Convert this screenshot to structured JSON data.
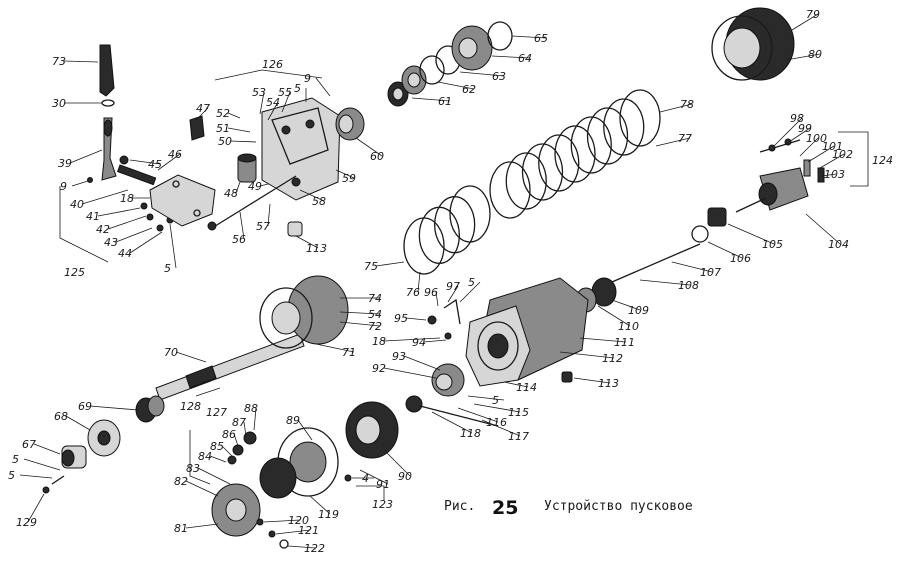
{
  "caption": {
    "prefix": "Рис.",
    "number": "25",
    "title": "Устройство пусковое"
  },
  "labels": [
    {
      "id": "l73",
      "text": "73"
    },
    {
      "id": "l30",
      "text": "30"
    },
    {
      "id": "l39",
      "text": "39"
    },
    {
      "id": "l9a",
      "text": "9"
    },
    {
      "id": "l40",
      "text": "40"
    },
    {
      "id": "l41",
      "text": "41"
    },
    {
      "id": "l42",
      "text": "42"
    },
    {
      "id": "l43",
      "text": "43"
    },
    {
      "id": "l44",
      "text": "44"
    },
    {
      "id": "l125",
      "text": "125"
    },
    {
      "id": "l5a",
      "text": "5"
    },
    {
      "id": "l45",
      "text": "45"
    },
    {
      "id": "l46",
      "text": "46"
    },
    {
      "id": "l18a",
      "text": "18"
    },
    {
      "id": "l47",
      "text": "47"
    },
    {
      "id": "l126",
      "text": "126"
    },
    {
      "id": "l52",
      "text": "52"
    },
    {
      "id": "l53",
      "text": "53"
    },
    {
      "id": "l54a",
      "text": "54"
    },
    {
      "id": "l55",
      "text": "55"
    },
    {
      "id": "l5b",
      "text": "5"
    },
    {
      "id": "l9b",
      "text": "9"
    },
    {
      "id": "l51",
      "text": "51"
    },
    {
      "id": "l50",
      "text": "50"
    },
    {
      "id": "l48",
      "text": "48"
    },
    {
      "id": "l49",
      "text": "49"
    },
    {
      "id": "l56",
      "text": "56"
    },
    {
      "id": "l57",
      "text": "57"
    },
    {
      "id": "l58",
      "text": "58"
    },
    {
      "id": "l59",
      "text": "59"
    },
    {
      "id": "l60",
      "text": "60"
    },
    {
      "id": "l113a",
      "text": "113"
    },
    {
      "id": "l65",
      "text": "65"
    },
    {
      "id": "l64",
      "text": "64"
    },
    {
      "id": "l63",
      "text": "63"
    },
    {
      "id": "l62",
      "text": "62"
    },
    {
      "id": "l61",
      "text": "61"
    },
    {
      "id": "l79",
      "text": "79"
    },
    {
      "id": "l80",
      "text": "80"
    },
    {
      "id": "l78",
      "text": "78"
    },
    {
      "id": "l77",
      "text": "77"
    },
    {
      "id": "l75",
      "text": "75"
    },
    {
      "id": "l76",
      "text": "76"
    },
    {
      "id": "l96",
      "text": "96"
    },
    {
      "id": "l97",
      "text": "97"
    },
    {
      "id": "l5c",
      "text": "5"
    },
    {
      "id": "l98",
      "text": "98"
    },
    {
      "id": "l99",
      "text": "99"
    },
    {
      "id": "l100",
      "text": "100"
    },
    {
      "id": "l101",
      "text": "101"
    },
    {
      "id": "l102",
      "text": "102"
    },
    {
      "id": "l103",
      "text": "103"
    },
    {
      "id": "l124",
      "text": "124"
    },
    {
      "id": "l104",
      "text": "104"
    },
    {
      "id": "l105",
      "text": "105"
    },
    {
      "id": "l106",
      "text": "106"
    },
    {
      "id": "l107",
      "text": "107"
    },
    {
      "id": "l108",
      "text": "108"
    },
    {
      "id": "l109",
      "text": "109"
    },
    {
      "id": "l110",
      "text": "110"
    },
    {
      "id": "l111",
      "text": "111"
    },
    {
      "id": "l112",
      "text": "112"
    },
    {
      "id": "l113b",
      "text": "113"
    },
    {
      "id": "l114",
      "text": "114"
    },
    {
      "id": "l74",
      "text": "74"
    },
    {
      "id": "l54b",
      "text": "54"
    },
    {
      "id": "l72",
      "text": "72"
    },
    {
      "id": "l71",
      "text": "71"
    },
    {
      "id": "l70",
      "text": "70"
    },
    {
      "id": "l95",
      "text": "95"
    },
    {
      "id": "l18b",
      "text": "18"
    },
    {
      "id": "l94",
      "text": "94"
    },
    {
      "id": "l93",
      "text": "93"
    },
    {
      "id": "l92",
      "text": "92"
    },
    {
      "id": "l5d",
      "text": "5"
    },
    {
      "id": "l115",
      "text": "115"
    },
    {
      "id": "l116",
      "text": "116"
    },
    {
      "id": "l117",
      "text": "117"
    },
    {
      "id": "l118",
      "text": "118"
    },
    {
      "id": "l69",
      "text": "69"
    },
    {
      "id": "l68",
      "text": "68"
    },
    {
      "id": "l128",
      "text": "128"
    },
    {
      "id": "l127",
      "text": "127"
    },
    {
      "id": "l88",
      "text": "88"
    },
    {
      "id": "l87",
      "text": "87"
    },
    {
      "id": "l86",
      "text": "86"
    },
    {
      "id": "l85",
      "text": "85"
    },
    {
      "id": "l84",
      "text": "84"
    },
    {
      "id": "l83",
      "text": "83"
    },
    {
      "id": "l82",
      "text": "82"
    },
    {
      "id": "l81",
      "text": "81"
    },
    {
      "id": "l89",
      "text": "89"
    },
    {
      "id": "l90",
      "text": "90"
    },
    {
      "id": "l91",
      "text": "91"
    },
    {
      "id": "l4",
      "text": "4"
    },
    {
      "id": "l123",
      "text": "123"
    },
    {
      "id": "l119",
      "text": "119"
    },
    {
      "id": "l120",
      "text": "120"
    },
    {
      "id": "l121",
      "text": "121"
    },
    {
      "id": "l122",
      "text": "122"
    },
    {
      "id": "l67",
      "text": "67"
    },
    {
      "id": "l5e",
      "text": "5"
    },
    {
      "id": "l5f",
      "text": "5"
    },
    {
      "id": "l129",
      "text": "129"
    }
  ]
}
